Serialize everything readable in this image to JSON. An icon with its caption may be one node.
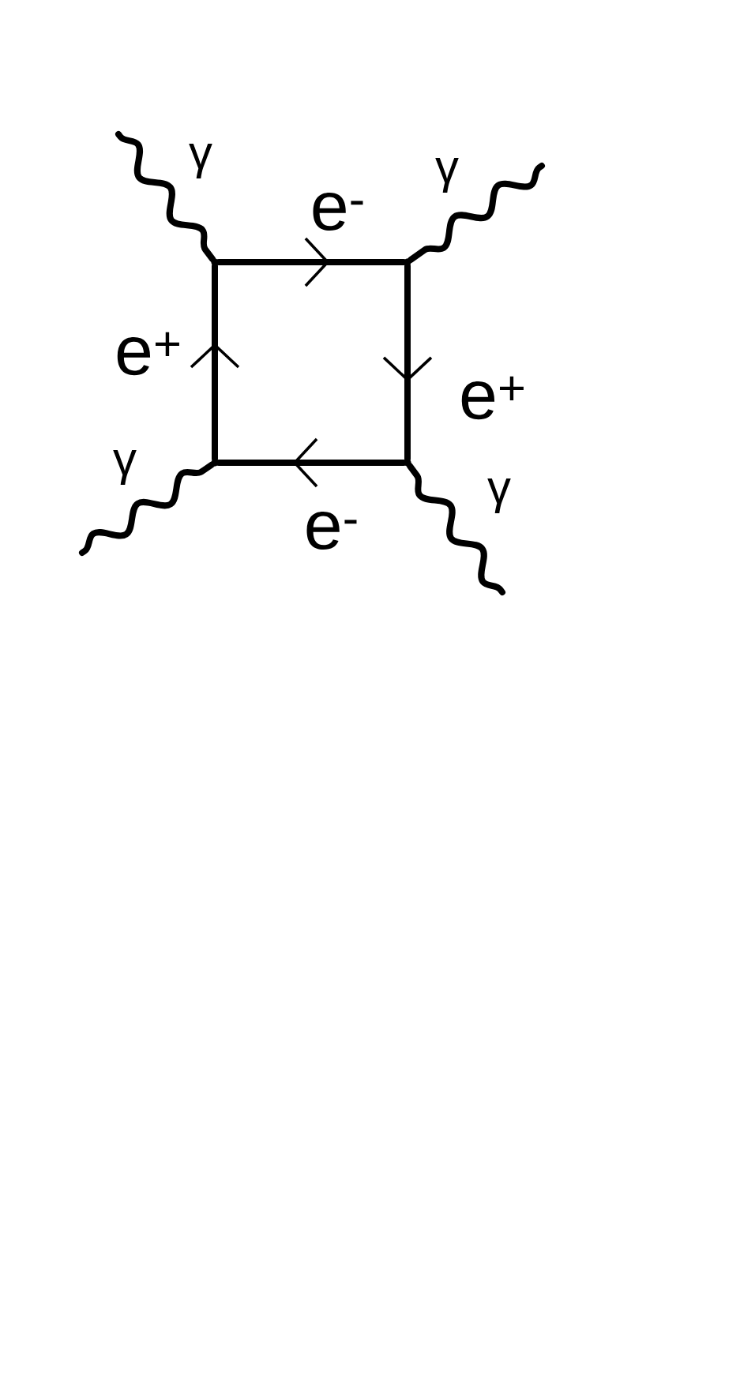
{
  "diagram": {
    "nodes": [
      {
        "text": [],
        "shape": "dot"
      },
      {
        "text": [],
        "shape": "dot"
      },
      {
        "text": [],
        "shape": "dot"
      },
      {
        "text": [],
        "shape": "dot"
      }
    ],
    "edges": [
      {
        "from": 0,
        "to": 1,
        "arrow": "to",
        "label": "e$^{-}$"
      },
      {
        "from": 1,
        "to": 3,
        "arrow": "to",
        "label": "e$^{+}$"
      },
      {
        "from": 3,
        "to": 2,
        "arrow": "to",
        "label": "e$^{-}$"
      },
      {
        "from": 2,
        "to": 0,
        "arrow": "to",
        "label": "e$^{+}$"
      },
      {
        "from": null,
        "to": 0,
        "arrow": "none",
        "label": "γ"
      },
      {
        "from": null,
        "to": 1,
        "arrow": "none",
        "label": "γ"
      },
      {
        "from": null,
        "to": 2,
        "arrow": "none",
        "label": "γ"
      },
      {
        "from": null,
        "to": 3,
        "arrow": "none",
        "label": "γ"
      }
    ]
  }
}
